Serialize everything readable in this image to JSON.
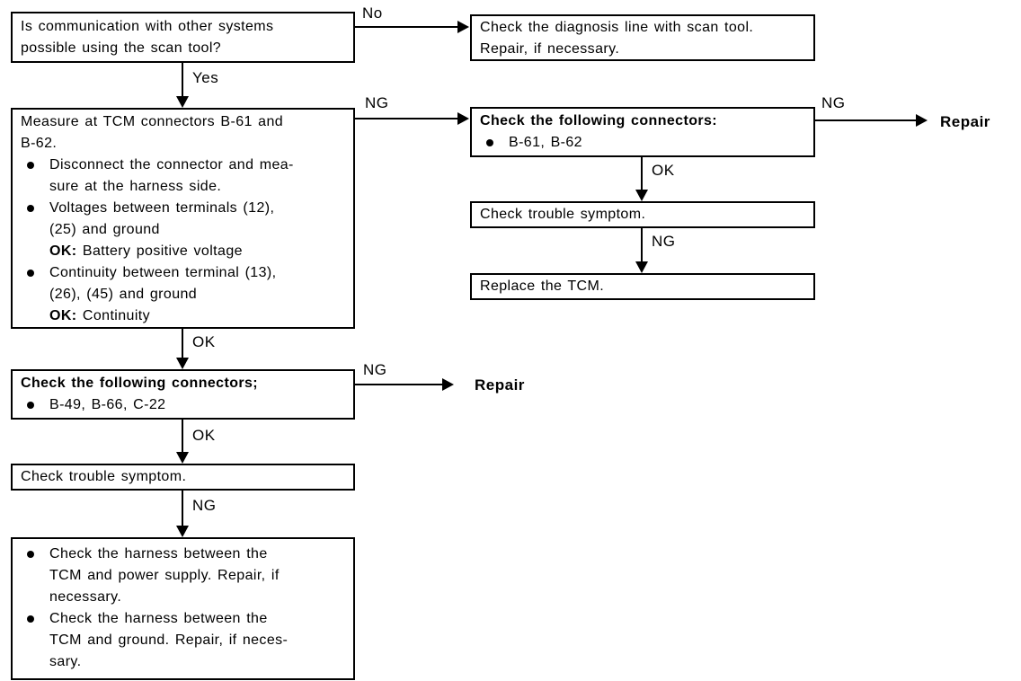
{
  "boxes": {
    "scan_tool_question": {
      "line1": "Is communication with other systems",
      "line2": "possible using the scan tool?"
    },
    "check_diagnosis_line": {
      "line1": "Check the diagnosis line with scan tool.",
      "line2": "Repair, if necessary."
    },
    "measure_tcm": {
      "title_line1": "Measure at TCM connectors B-61 and",
      "title_line2": "B-62.",
      "bullet1_line1": "Disconnect the connector and mea-",
      "bullet1_line2": "sure at the harness side.",
      "bullet2_line1": "Voltages between terminals (12),",
      "bullet2_line2": "(25) and ground",
      "bullet2_ok_label": "OK:",
      "bullet2_ok_text": "Battery positive voltage",
      "bullet3_line1": "Continuity between terminal (13),",
      "bullet3_line2": "(26), (45) and ground",
      "bullet3_ok_label": "OK:",
      "bullet3_ok_text": "Continuity"
    },
    "check_connectors_right": {
      "title": "Check the following connectors:",
      "bullet": "B-61, B-62"
    },
    "check_trouble_symptom_right": {
      "text": "Check trouble symptom."
    },
    "replace_tcm": {
      "text": "Replace the TCM."
    },
    "check_connectors_left": {
      "title": "Check the following connectors;",
      "bullet": "B-49, B-66, C-22"
    },
    "check_trouble_symptom_left": {
      "text": "Check trouble symptom."
    },
    "check_harness": {
      "bullet1_line1": "Check the harness between the",
      "bullet1_line2": "TCM and power supply. Repair, if",
      "bullet1_line3": "necessary.",
      "bullet2_line1": "Check the harness between the",
      "bullet2_line2": "TCM and ground. Repair, if neces-",
      "bullet2_line3": "sary."
    }
  },
  "labels": {
    "no": "No",
    "yes": "Yes",
    "ng_measure": "NG",
    "ng_connectors_right": "NG",
    "ok_connectors_right": "OK",
    "ng_symptom_right": "NG",
    "ok_measure": "OK",
    "ng_connectors_left": "NG",
    "ok_connectors_left": "OK",
    "ng_symptom_left": "NG",
    "repair_right": "Repair",
    "repair_left": "Repair"
  },
  "colors": {
    "ink": "#000000",
    "background": "#ffffff"
  }
}
